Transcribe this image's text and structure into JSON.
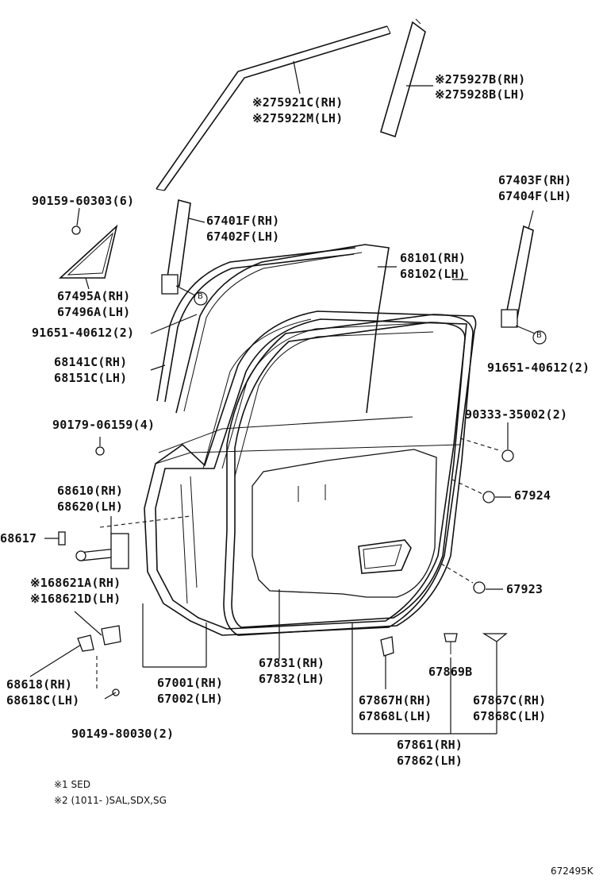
{
  "labels": {
    "p75921": "※275921C(RH)",
    "p75922": "※275922M(LH)",
    "p75927": "※275927B(RH)",
    "p75928": "※275928B(LH)",
    "p90159": "90159-60303(6)",
    "p67401": "67401F(RH)",
    "p67402": "67402F(LH)",
    "p67403": "67403F(RH)",
    "p67404": "67404F(LH)",
    "p67495": "67495A(RH)",
    "p67496": "67496A(LH)",
    "p68101": "68101(RH)",
    "p68102": "68102(LH)",
    "p91651a": "91651-40612(2)",
    "p91651b": "91651-40612(2)",
    "p68141": "68141C(RH)",
    "p68151": "68151C(LH)",
    "p90179": "90179-06159(4)",
    "p90333": "90333-35002(2)",
    "p68610": "68610(RH)",
    "p68620": "68620(LH)",
    "p67924": "67924",
    "p68617": "68617",
    "p168621a": "※168621A(RH)",
    "p168621d": "※168621D(LH)",
    "p67923": "67923",
    "p67831": "67831(RH)",
    "p67832": "67832(LH)",
    "p67869": "67869B",
    "p68618": "68618(RH)",
    "p68618c": "68618C(LH)",
    "p67001": "67001(RH)",
    "p67002": "67002(LH)",
    "p67867h": "67867H(RH)",
    "p67868l": "67868L(LH)",
    "p67867c": "67867C(RH)",
    "p67868c": "67868C(LH)",
    "p90149": "90149-80030(2)",
    "p67861": "67861(RH)",
    "p67862": "67862(LH)"
  },
  "markers": {
    "b1": "B",
    "b2": "B"
  },
  "notes": {
    "n1": "※1 SED",
    "n2": "※2 (1011-      )SAL,SDX,SG"
  },
  "illustration_code": "672495K"
}
